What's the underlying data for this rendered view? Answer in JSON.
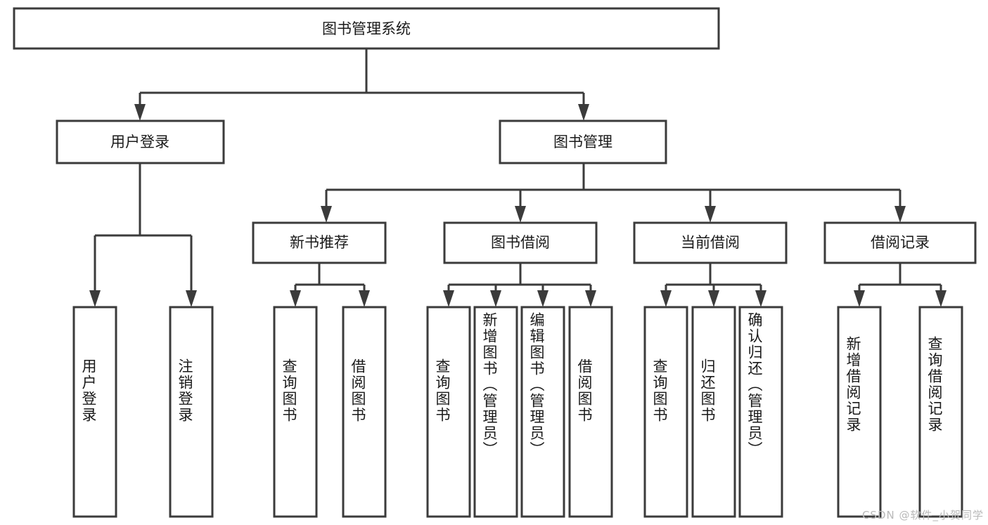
{
  "diagram": {
    "title": "图书管理系统",
    "type": "hierarchy-tree",
    "root": {
      "label": "图书管理系统"
    },
    "level2": [
      {
        "label": "用户登录"
      },
      {
        "label": "图书管理"
      }
    ],
    "level3": [
      {
        "label": "新书推荐",
        "parent": "图书管理"
      },
      {
        "label": "图书借阅",
        "parent": "图书管理"
      },
      {
        "label": "当前借阅",
        "parent": "图书管理"
      },
      {
        "label": "借阅记录",
        "parent": "图书管理"
      }
    ],
    "leaves": [
      {
        "label": "用户登录",
        "parent": "用户登录"
      },
      {
        "label": "注销登录",
        "parent": "用户登录"
      },
      {
        "label": "查询图书",
        "parent": "新书推荐"
      },
      {
        "label": "借阅图书",
        "parent": "新书推荐"
      },
      {
        "label": "查询图书",
        "parent": "图书借阅"
      },
      {
        "label": "新增图书（管理员）",
        "parent": "图书借阅"
      },
      {
        "label": "编辑图书（管理员）",
        "parent": "图书借阅"
      },
      {
        "label": "借阅图书",
        "parent": "图书借阅"
      },
      {
        "label": "查询图书",
        "parent": "当前借阅"
      },
      {
        "label": "归还图书",
        "parent": "当前借阅"
      },
      {
        "label": "确认归还（管理员）",
        "parent": "当前借阅"
      },
      {
        "label": "新增借阅记录",
        "parent": "借阅记录"
      },
      {
        "label": "查询借阅记录",
        "parent": "借阅记录"
      }
    ]
  },
  "watermark": {
    "text": "CSDN @软件_小贺同学"
  },
  "colors": {
    "box_stroke": "#3b3b3b",
    "box_fill": "#ffffff",
    "text": "#1a1a1a",
    "background": "#ffffff",
    "watermark": "#b9b9b9"
  }
}
